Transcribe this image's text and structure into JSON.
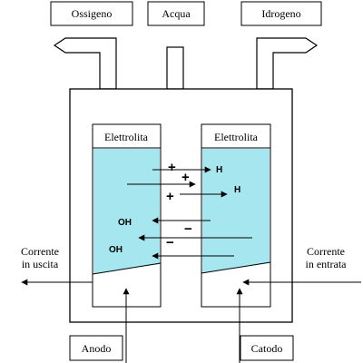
{
  "labels": {
    "ossigeno": "Ossigeno",
    "acqua": "Acqua",
    "idrogeno": "Idrogeno",
    "elettrolita_left": "Elettrolita",
    "elettrolita_right": "Elettrolita",
    "corrente_uscita_1": "Corrente",
    "corrente_uscita_2": "in uscita",
    "corrente_entrata_1": "Corrente",
    "corrente_entrata_2": "in entrata",
    "anodo": "Anodo",
    "catodo": "Catodo"
  },
  "ions": {
    "h1": "H",
    "h2": "H",
    "oh1": "OH",
    "oh2": "OH",
    "plus": "+",
    "minus": "−"
  },
  "colors": {
    "electrolyte": "#a6e6ee",
    "stroke": "#000000",
    "background": "#ffffff"
  }
}
